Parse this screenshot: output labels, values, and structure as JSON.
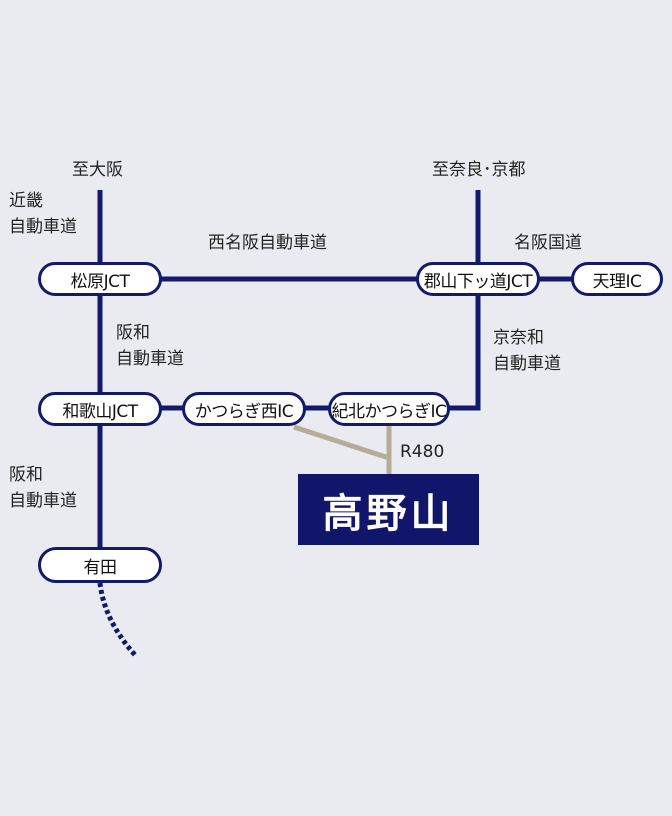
{
  "labels": {
    "to_osaka": "至大阪",
    "kinki_line1": "近畿",
    "kinki_line2": "自動車道",
    "nishi_meihan": "西名阪自動車道",
    "to_nara_kyoto": "至奈良･京都",
    "meihan_kokudo": "名阪国道",
    "hanwa_upper_line1": "阪和",
    "hanwa_upper_line2": "自動車道",
    "keinawa_line1": "京奈和",
    "keinawa_line2": "自動車道",
    "hanwa_lower_line1": "阪和",
    "hanwa_lower_line2": "自動車道",
    "route": "R480"
  },
  "nodes": {
    "matsubara_jct": "松原JCT",
    "koriyama_jct": "郡山下ッ道JCT",
    "tenri_ic": "天理IC",
    "wakayama_jct": "和歌山JCT",
    "katsuragi_nishi_ic": "かつらぎ西IC",
    "kihoku_katsuragi_ic": "紀北かつらぎIC",
    "arida": "有田"
  },
  "destination": "高野山",
  "colors": {
    "expressway": "#13196b",
    "local_road": "#b5ad97",
    "destination_bg": "#12166a",
    "background": "#e9ebf0"
  }
}
